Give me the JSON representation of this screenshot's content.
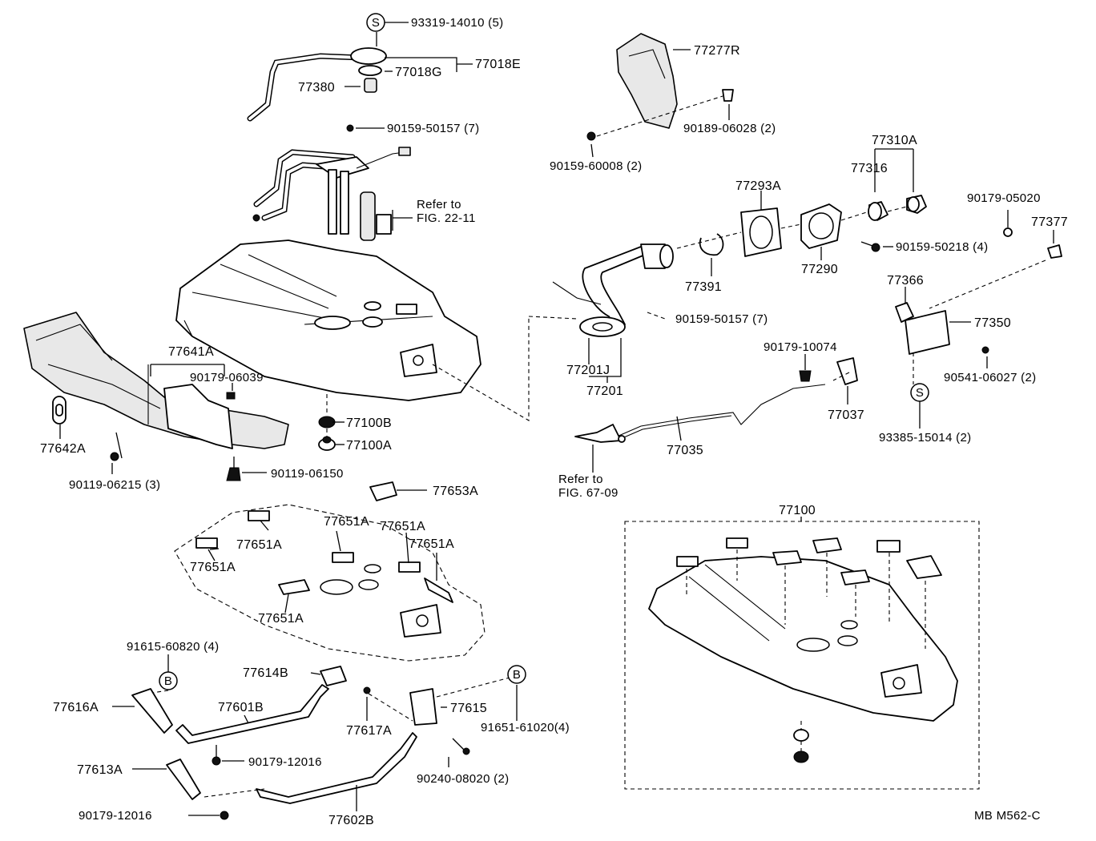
{
  "diagram": {
    "callouts": {
      "c_93319": "93319-14010 (5)",
      "c_77018E": "77018E",
      "c_77018G": "77018G",
      "c_77380": "77380",
      "c_90159_50157a": "90159-50157 (7)",
      "c_refer2211_a": "Refer to",
      "c_refer2211_b": "FIG. 22-11",
      "c_77277R": "77277R",
      "c_90189": "90189-06028 (2)",
      "c_90159_60008": "90159-60008 (2)",
      "c_77310A": "77310A",
      "c_77316": "77316",
      "c_77293A": "77293A",
      "c_90179_05020": "90179-05020",
      "c_77377": "77377",
      "c_90159_50218": "90159-50218 (4)",
      "c_77290": "77290",
      "c_77391": "77391",
      "c_77366": "77366",
      "c_77350": "77350",
      "c_90159_50157b": "90159-50157 (7)",
      "c_77201J": "77201J",
      "c_77201": "77201",
      "c_90179_10074": "90179-10074",
      "c_90541": "90541-06027 (2)",
      "c_77037": "77037",
      "c_93385": "93385-15014 (2)",
      "c_77035": "77035",
      "c_refer6709_a": "Refer to",
      "c_refer6709_b": "FIG. 67-09",
      "c_77641A": "77641A",
      "c_90179_06039": "90179-06039",
      "c_77642A": "77642A",
      "c_77100B": "77100B",
      "c_77100A": "77100A",
      "c_90119_06215": "90119-06215 (3)",
      "c_90119_06150": "90119-06150",
      "c_77653A": "77653A",
      "c_77651A_1": "77651A",
      "c_77651A_2": "77651A",
      "c_77651A_3": "77651A",
      "c_77651A_4": "77651A",
      "c_77651A_5": "77651A",
      "c_77651A_6": "77651A",
      "c_77100": "77100",
      "c_91615": "91615-60820 (4)",
      "c_77614B": "77614B",
      "c_77616A": "77616A",
      "c_77601B": "77601B",
      "c_77617A": "77617A",
      "c_77615": "77615",
      "c_91651": "91651-61020(4)",
      "c_90179_12016a": "90179-12016",
      "c_77613A": "77613A",
      "c_90240": "90240-08020 (2)",
      "c_90179_12016b": "90179-12016",
      "c_77602B": "77602B"
    },
    "markers": {
      "s1": "S",
      "s2": "S",
      "b1": "B",
      "b2": "B"
    },
    "footer_code": "MB  M562-C"
  }
}
